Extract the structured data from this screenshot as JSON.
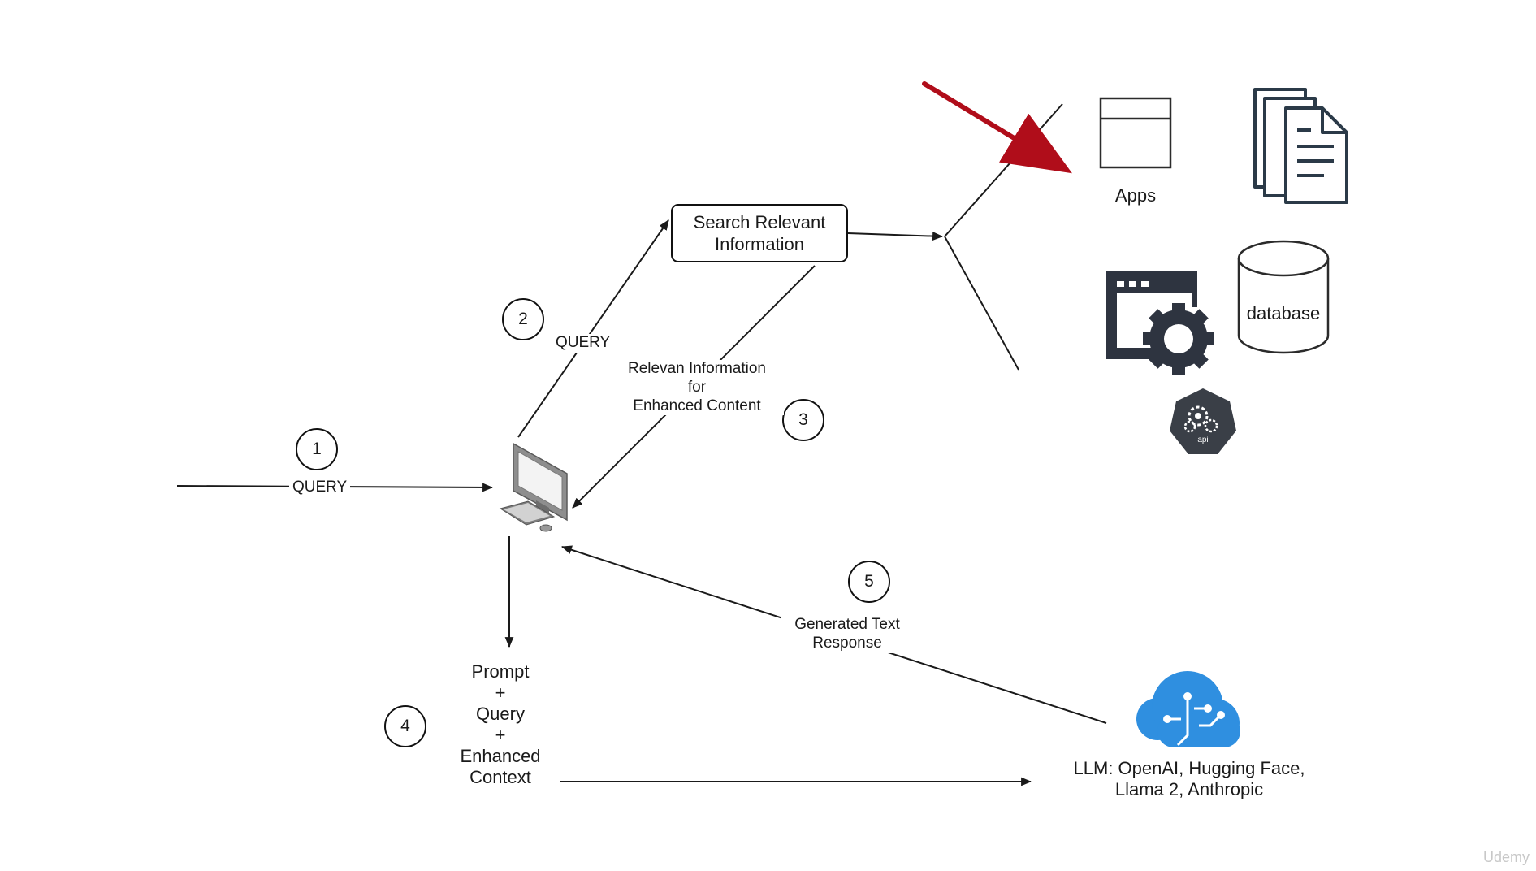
{
  "nodes": {
    "search_box": "Search Relevant\nInformation",
    "apps_label": "Apps",
    "database_label": "database",
    "api_icon_text": "api",
    "llm_label": "LLM: OpenAI, Hugging Face,\nLlama 2, Anthropic",
    "prompt_stack": "Prompt\n+\nQuery\n+\nEnhanced\nContext"
  },
  "edges": {
    "query_1": "QUERY",
    "query_2": "QUERY",
    "relevant_info": "Relevan Information\nfor\nEnhanced Content",
    "generated_response": "Generated Text\nResponse"
  },
  "steps": [
    "1",
    "2",
    "3",
    "4",
    "5"
  ],
  "icons": {
    "computer": "computer-icon",
    "app_window": "app-window-icon",
    "documents": "documents-icon",
    "settings_window": "settings-window-icon",
    "database": "database-icon",
    "api": "api-icon",
    "cloud_ai": "cloud-ai-icon"
  },
  "colors": {
    "highlight_arrow": "#b00d1a",
    "cloud": "#2f8fe0",
    "line": "#1a1a1a"
  },
  "watermark": "Udemy"
}
